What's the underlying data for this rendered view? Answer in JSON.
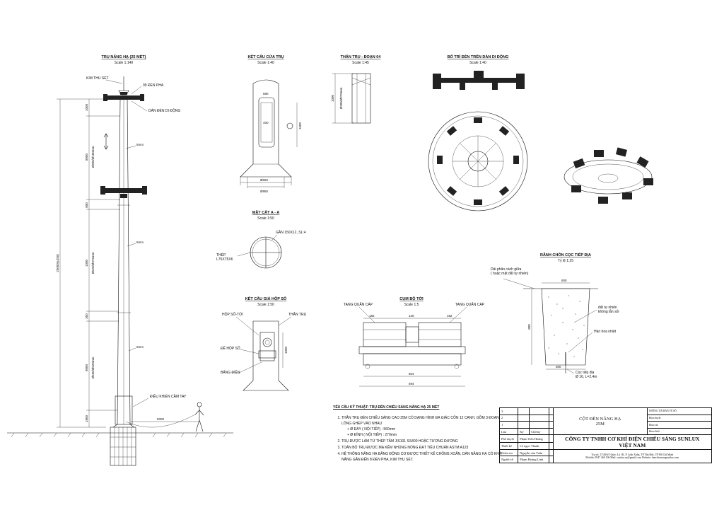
{
  "views": {
    "pole": {
      "title": "TRỤ NÂNG HẠ (25 MÉT)",
      "scale": "Scale 1:140"
    },
    "door": {
      "title": "KẾT CẤU CỬA TRỤ",
      "scale": "Scale 1:40"
    },
    "shaft": {
      "title": "THÂN TRỤ - ĐOẠN 04",
      "scale": "Scale 1:45"
    },
    "lamps": {
      "title": "BỐ TRÍ ĐÈN TRÊN DÀN DI ĐỘNG",
      "scale": "Scale 1:40"
    },
    "section": {
      "title": "MẶT CẮT A - A",
      "scale": "Scale 1:50"
    },
    "box": {
      "title": "KẾT CẤU GIÁ HỘP SỐ",
      "scale": "Scale 1:50"
    },
    "winch": {
      "title": "CỤM BỘ TỜI",
      "scale": "Scale 1:5"
    },
    "trench": {
      "title": "RÃNH CHÔN CỌC TIẾP ĐỊA",
      "scale": "Tỷ lệ 1:25"
    }
  },
  "labels": {
    "lightning_rod": "KIM THU SÉT",
    "floodlights": "09 ĐÈN PHA",
    "mobile_frame": "DÀN ĐÈN DI ĐỘNG",
    "hand_control": "ĐIỀU KHIỂN CẦM TAY",
    "gearbox_door": "HỘP SỐ-TỜI",
    "shaft": "THÂN TRỤ",
    "gearbox_base": "ĐẾ HỘP SỐ",
    "panel": "BẢNG ĐIỆN",
    "steel_plate": "GÂN 150X12, SL:4",
    "steel_angle": "THÉP\nL75X75X6",
    "cable_drum_l": "TANG QUẤN CÁP",
    "cable_drum_r": "TANG QUẤN CÁP",
    "backfill": "Dải phân cách giữa\n( hoặc mặt đất tự nhiên)",
    "native_soil": "đất tự nhiên\nkhông lẫn sỏi",
    "weld": "Hàn hóa nhiệt",
    "ground_rod": "Cọc tiếp địa\nØ 16, L=2.4m"
  },
  "dims": {
    "h_total": "25000(±250)",
    "s1": "1000",
    "s2": "8000",
    "s3": "600",
    "s4": "1000",
    "s5": "350",
    "s6": "9000",
    "s7": "1800",
    "reach": "5000",
    "d1": "Ø300/Ø180mm",
    "d2": "Ø520/Ø375mm",
    "d3": "Ø550/Ø520mm",
    "t1": "5mm",
    "t2": "5mm",
    "t3": "6mm",
    "door_580": "580",
    "door_1600": "1600",
    "door_400": "400",
    "door_650": "Ø650",
    "door_950": "Ø950",
    "shaft_1000": "1000",
    "shaft_d": "Ø280/Ø270mm",
    "winch_182a": "182",
    "winch_140": "140",
    "winch_182b": "182",
    "winch_504": "504",
    "winch_594": "594",
    "trench_600": "600",
    "trench_800": "800",
    "trench_300": "300"
  },
  "notes": {
    "title": "YÊU CẦU KỸ THUẬT: TRỤ ĐÈN CHIẾU SÁNG NÂNG HẠ 25 MÉT",
    "items": [
      "THÂN TRỤ ĐÈN CHIẾU SÁNG CAO 25M CÓ DẠNG HÌNH ĐA GIÁC CÔN 12 CẠNH, GỒM 3 ĐOẠN LỒNG GHÉP VÀO NHAU",
      "TRỤ ĐƯỢC LÀM TỪ THÉP TẤM JIS101 SS400 HOẶC TƯƠNG ĐƯƠNG",
      "TOÀN BỘ TRỤ ĐƯỢC MẠ KẼM NHÚNG NÓNG ĐẠT TIÊU CHUẨN ASTM A123",
      "HỆ THỐNG NÂNG HẠ BẰNG ĐỘNG CƠ ĐƯỢC THIẾT KẾ CHỐNG XOẮN, DÀN NÂNG HẠ CÓ KHẢ NĂNG GẮN ĐẾN 8 ĐÈN PHA, KIM THU SÉT."
    ],
    "sub1": "+ Ø ĐÁY ( NỘI TIẾP) : 560mm",
    "sub2": "+ Ø ĐỈNH ( NỘI TIẾP) : 270mm"
  },
  "titleblock": {
    "n3": "3",
    "n2": "2",
    "n1": "1",
    "lan": "Lần",
    "ky": "Ký",
    "chu_ky": "Chữ ký",
    "r_pd": "Phê duyệt",
    "n_pd": "Phạm Tiến Hoàng",
    "r_tk": "Thiết kế",
    "n_tk": "Lê ngọc Thanh",
    "r_kt": "Kiểm tra",
    "n_kt": "Nguyễn văn Tuấn",
    "r_nv": "Người vẽ",
    "n_nv": "Phạm Hoàng Linh",
    "project": "CỘT ĐÈN NÂNG HẠ\n25M",
    "company": "CÔNG TY TNHH CƠ KHÍ ĐIỆN CHIẾU SÁNG SUNLUX\nVIỆT NAM",
    "address": "Trụ sở: 27/40/6/5 Quốc Lộ 1K, P. Linh Xuân, TP Thủ Đức, TP Hồ Chí Minh\nMobile: 0947 460 106   Mail: sunlux.vn@gmail.com   Website: denchieusangsunlux.com",
    "side_top": "THÔNG TIN BẢN VẼ SỐ",
    "side_a": "Khảo duyệt",
    "side_b": "Khảo sát",
    "side_c": "Khảo thiết"
  },
  "colors": {
    "line": "#111111",
    "paper": "#ffffff"
  }
}
